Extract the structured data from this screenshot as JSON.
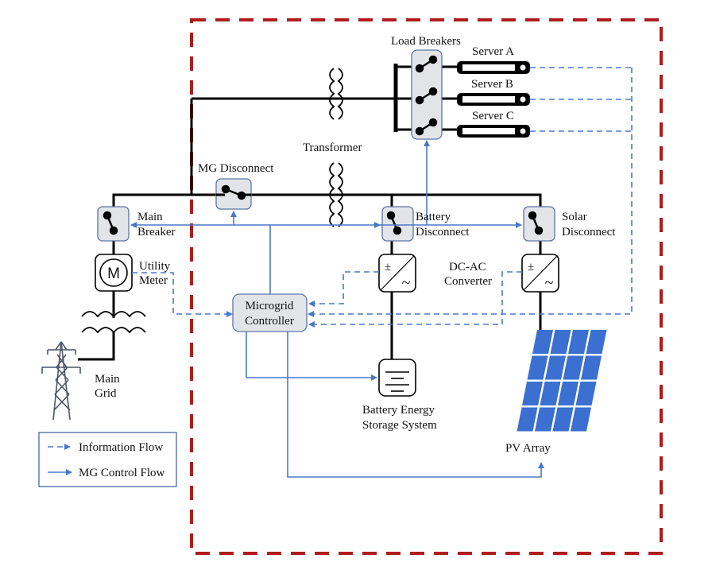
{
  "diagram": {
    "labels": {
      "load_breakers": "Load Breakers",
      "server_a": "Server A",
      "server_b": "Server B",
      "server_c": "Server C",
      "transformer": "Transformer",
      "mg_disconnect": "MG Disconnect",
      "main_breaker_1": "Main",
      "main_breaker_2": "Breaker",
      "battery_disconnect_1": "Battery",
      "battery_disconnect_2": "Disconnect",
      "solar_disconnect_1": "Solar",
      "solar_disconnect_2": "Disconnect",
      "utility_meter_1": "Utility",
      "utility_meter_2": "Meter",
      "meter_symbol": "M",
      "dcac_1": "DC-AC",
      "dcac_2": "Converter",
      "controller_1": "Microgrid",
      "controller_2": "Controller",
      "bess_1": "Battery Energy",
      "bess_2": "Storage System",
      "pv_array": "PV Array",
      "main_grid_1": "Main",
      "main_grid_2": "Grid",
      "plus_minus": "±",
      "tilde": "~"
    },
    "legend": {
      "info_flow": "Information Flow",
      "control_flow": "MG Control Flow"
    },
    "colors": {
      "boundary": "#b01c1c",
      "flow": "#4a78c8",
      "pv": "#3b6fd0"
    }
  }
}
